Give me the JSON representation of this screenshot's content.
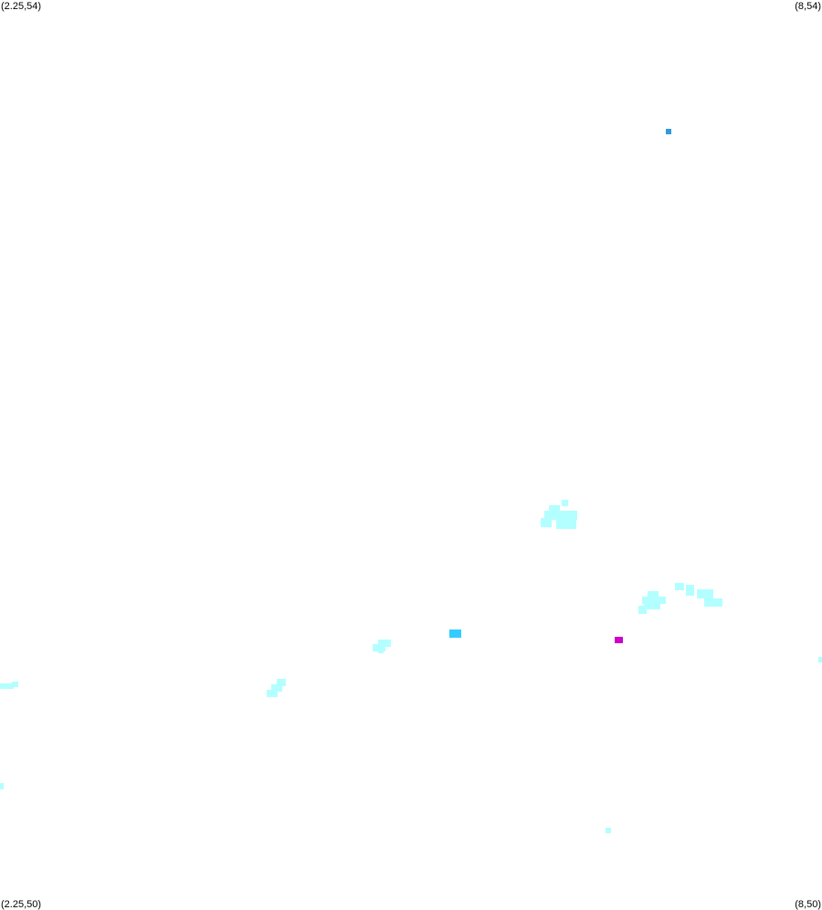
{
  "corners": {
    "top_left": "(2.25,54)",
    "top_right": "(8,54)",
    "bottom_left": "(2.25,50)",
    "bottom_right": "(8,50)"
  },
  "colors": {
    "background": "#ffffff",
    "light_cyan": "#b3ffff",
    "cyan": "#33ccff",
    "blue": "#3399dd",
    "magenta": "#cc00cc"
  }
}
